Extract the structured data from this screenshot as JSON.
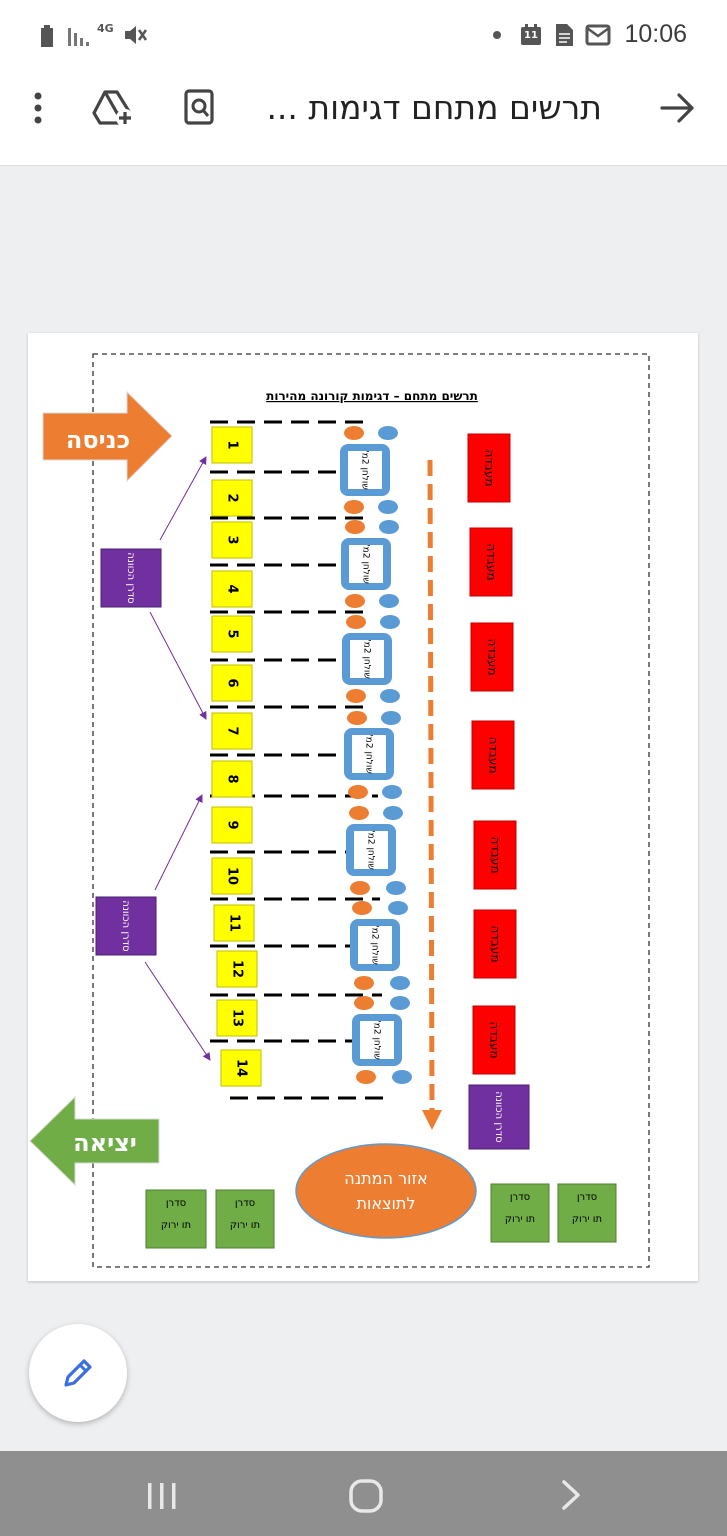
{
  "status_bar": {
    "time": "10:06",
    "network": "4G",
    "calendar_day": "11"
  },
  "app_bar": {
    "title": "תרשים מתחם דגימות ..."
  },
  "diagram": {
    "heading": "תרשים מתחם – דגימות קורונה מהירות",
    "entrance_label": "כניסה",
    "exit_label": "יציאה",
    "stations": [
      "1",
      "2",
      "3",
      "4",
      "5",
      "6",
      "7",
      "8",
      "9",
      "10",
      "11",
      "12",
      "13",
      "14"
    ],
    "table_label": "שולחן 2מ'",
    "lab_label": "מעבדה",
    "usher_label": "סדרן הכוונה",
    "waiting_area_label": "אזור המתנה לתוצאות",
    "green_usher_line1": "סדרן",
    "green_usher_line2": "תו ירוק"
  },
  "colors": {
    "orange": "#ed7d31",
    "green": "#70ad47",
    "red": "#ff0000",
    "purple": "#7030a0",
    "yellow": "#ffff00",
    "blue": "#5b9bd5"
  }
}
